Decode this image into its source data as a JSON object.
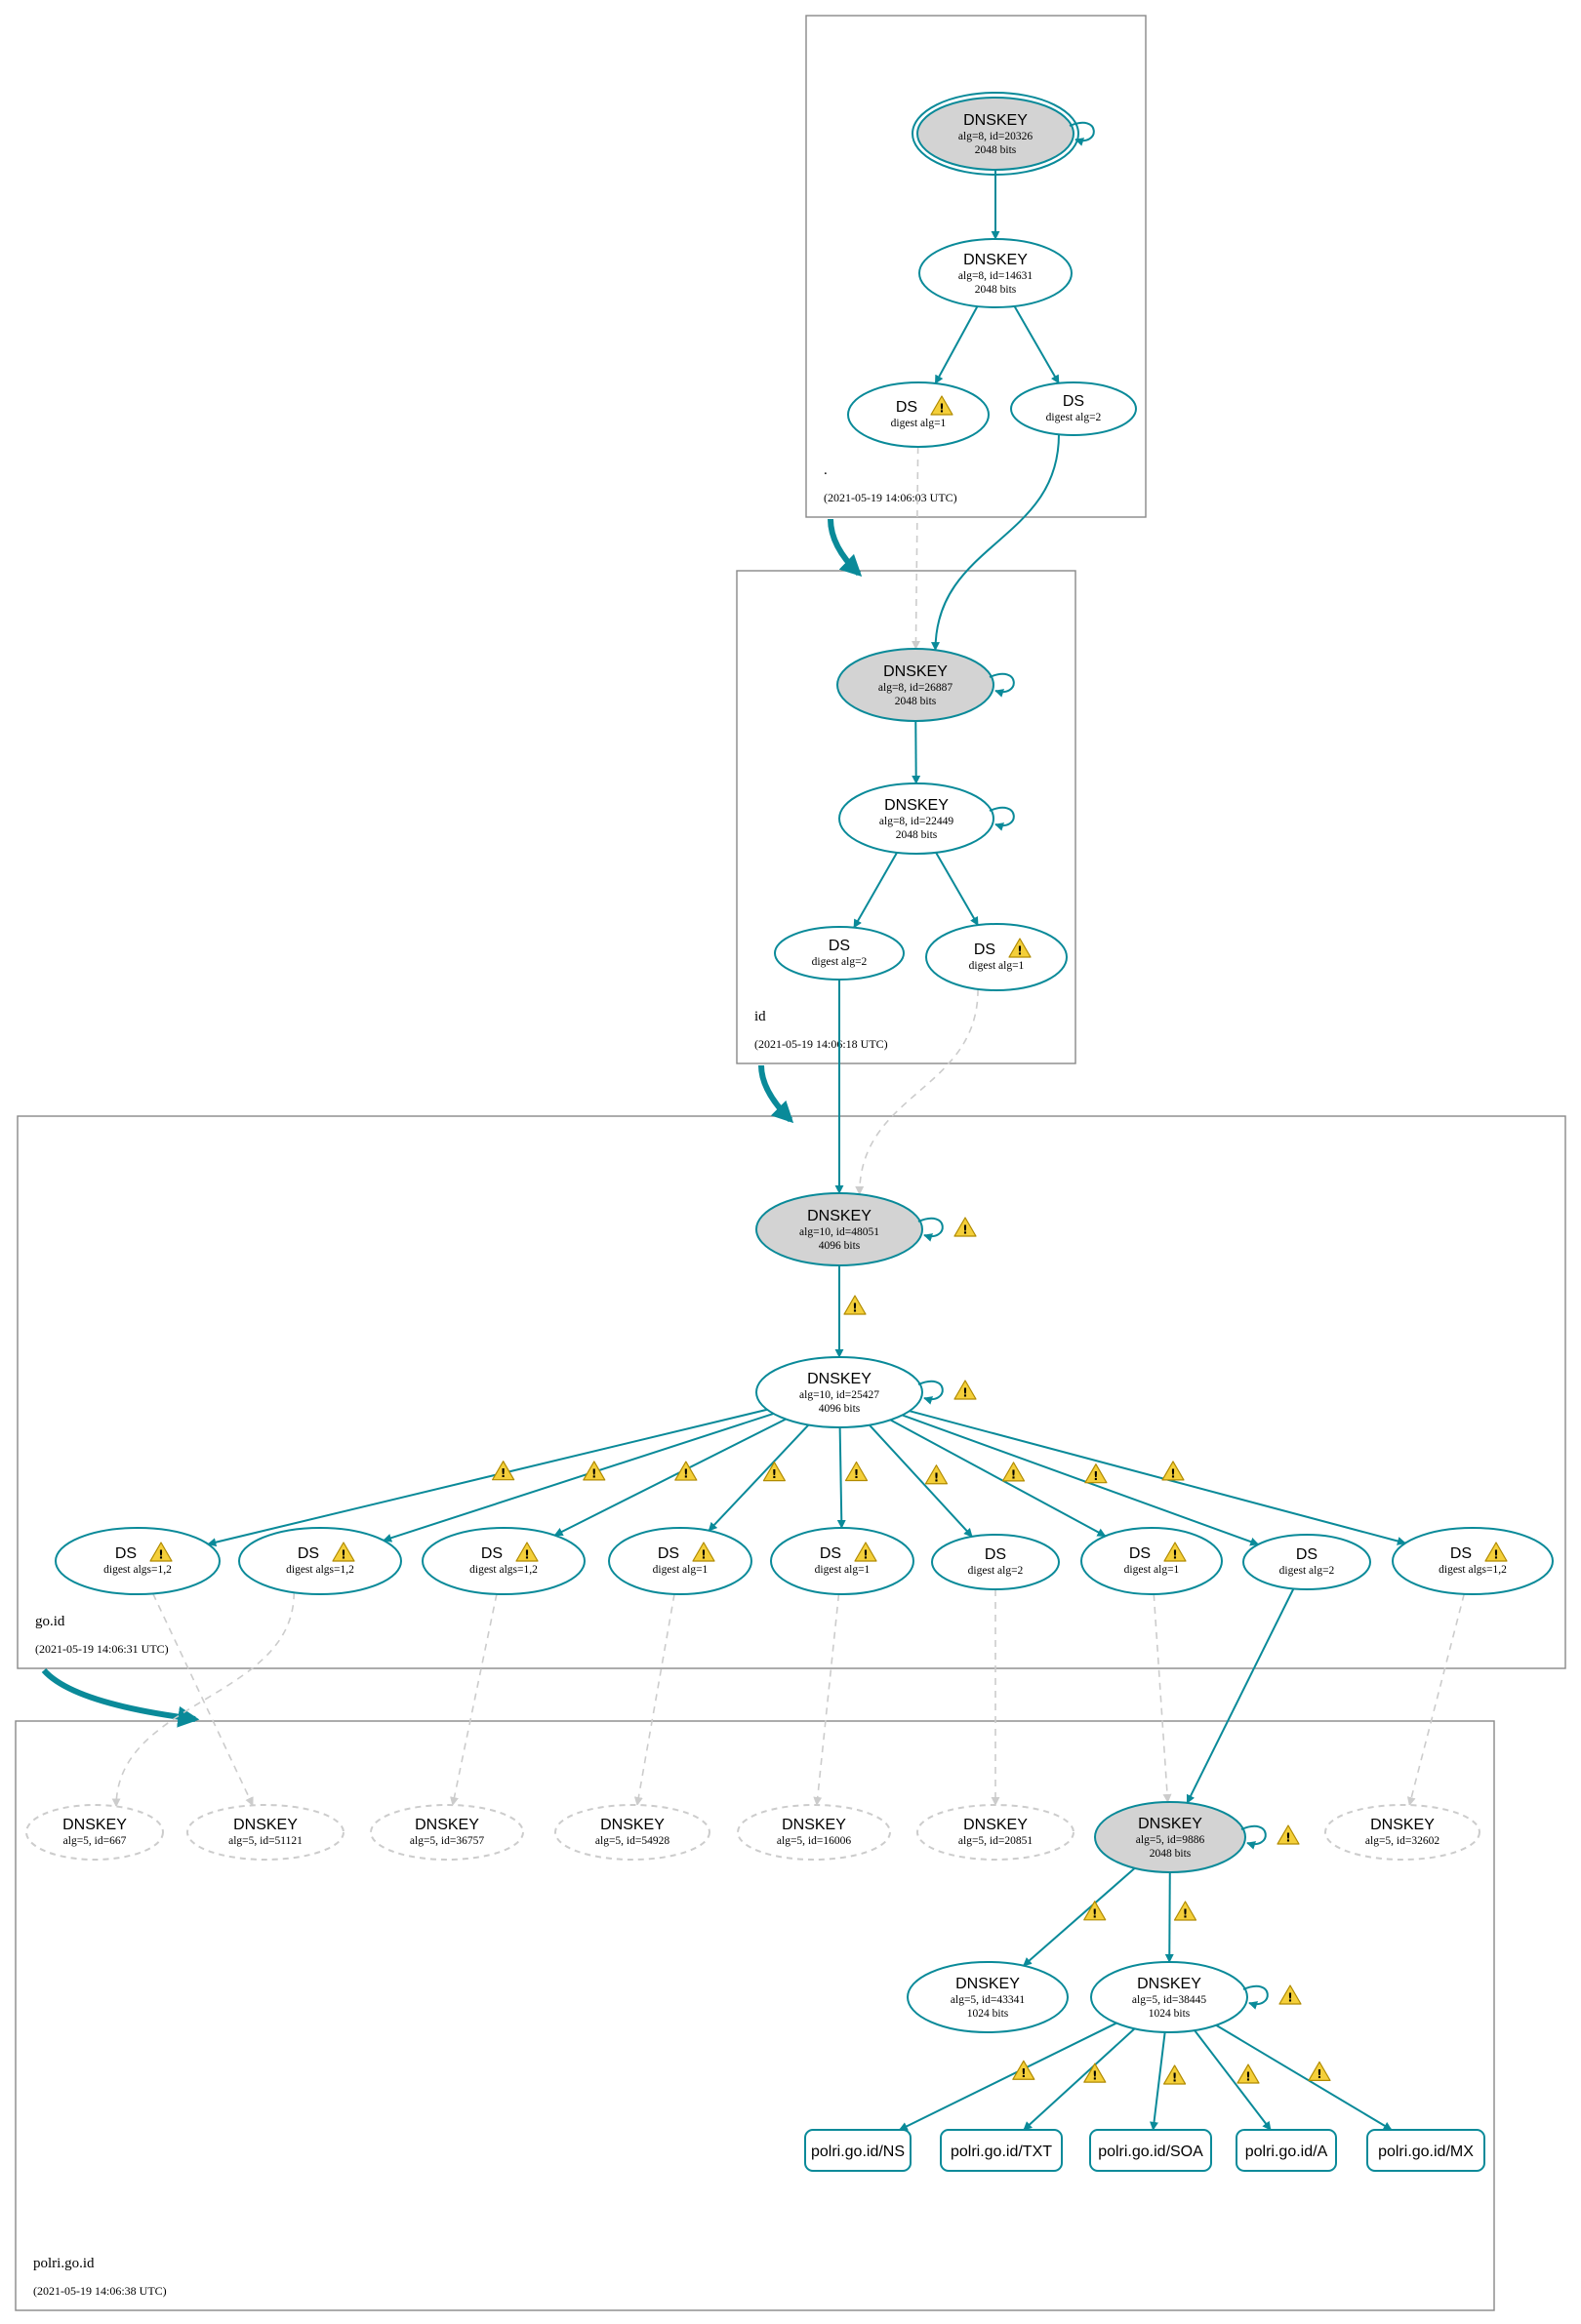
{
  "zones": [
    {
      "id": "root",
      "name": ".",
      "timestamp": "(2021-05-19 14:06:03 UTC)"
    },
    {
      "id": "id",
      "name": "id",
      "timestamp": "(2021-05-19 14:06:18 UTC)"
    },
    {
      "id": "goid",
      "name": "go.id",
      "timestamp": "(2021-05-19 14:06:31 UTC)"
    },
    {
      "id": "polri",
      "name": "polri.go.id",
      "timestamp": "(2021-05-19 14:06:38 UTC)"
    }
  ],
  "nodes": [
    {
      "id": "r_ksk",
      "kind": "DNSKEY",
      "title": "DNSKEY",
      "lines": [
        "alg=8, id=20326",
        "2048 bits"
      ],
      "fill": "gray",
      "style": "double",
      "selfloop": true
    },
    {
      "id": "r_zsk",
      "kind": "DNSKEY",
      "title": "DNSKEY",
      "lines": [
        "alg=8, id=14631",
        "2048 bits"
      ],
      "fill": "white",
      "style": "solid"
    },
    {
      "id": "r_ds1",
      "kind": "DS",
      "title": "DS",
      "lines": [
        "digest alg=1"
      ],
      "warn": true,
      "style": "solid"
    },
    {
      "id": "r_ds2",
      "kind": "DS",
      "title": "DS",
      "lines": [
        "digest alg=2"
      ],
      "style": "solid"
    },
    {
      "id": "i_ksk",
      "kind": "DNSKEY",
      "title": "DNSKEY",
      "lines": [
        "alg=8, id=26887",
        "2048 bits"
      ],
      "fill": "gray",
      "style": "solid",
      "selfloop": true
    },
    {
      "id": "i_zsk",
      "kind": "DNSKEY",
      "title": "DNSKEY",
      "lines": [
        "alg=8, id=22449",
        "2048 bits"
      ],
      "fill": "white",
      "style": "solid",
      "selfloop": true
    },
    {
      "id": "i_ds2",
      "kind": "DS",
      "title": "DS",
      "lines": [
        "digest alg=2"
      ],
      "style": "solid"
    },
    {
      "id": "i_ds1",
      "kind": "DS",
      "title": "DS",
      "lines": [
        "digest alg=1"
      ],
      "warn": true,
      "style": "solid"
    },
    {
      "id": "g_ksk",
      "kind": "DNSKEY",
      "title": "DNSKEY",
      "lines": [
        "alg=10, id=48051",
        "4096 bits"
      ],
      "fill": "gray",
      "style": "solid",
      "selfloop": true,
      "loopwarn": true
    },
    {
      "id": "g_zsk",
      "kind": "DNSKEY",
      "title": "DNSKEY",
      "lines": [
        "alg=10, id=25427",
        "4096 bits"
      ],
      "fill": "white",
      "style": "solid",
      "selfloop": true,
      "loopwarn": true
    },
    {
      "id": "g_ds_a",
      "kind": "DS",
      "title": "DS",
      "lines": [
        "digest algs=1,2"
      ],
      "warn": true,
      "style": "solid"
    },
    {
      "id": "g_ds_b",
      "kind": "DS",
      "title": "DS",
      "lines": [
        "digest algs=1,2"
      ],
      "warn": true,
      "style": "solid"
    },
    {
      "id": "g_ds_c",
      "kind": "DS",
      "title": "DS",
      "lines": [
        "digest algs=1,2"
      ],
      "warn": true,
      "style": "solid"
    },
    {
      "id": "g_ds_d",
      "kind": "DS",
      "title": "DS",
      "lines": [
        "digest alg=1"
      ],
      "warn": true,
      "style": "solid"
    },
    {
      "id": "g_ds_e",
      "kind": "DS",
      "title": "DS",
      "lines": [
        "digest alg=1"
      ],
      "warn": true,
      "style": "solid"
    },
    {
      "id": "g_ds_f",
      "kind": "DS",
      "title": "DS",
      "lines": [
        "digest alg=2"
      ],
      "style": "solid"
    },
    {
      "id": "g_ds_g",
      "kind": "DS",
      "title": "DS",
      "lines": [
        "digest alg=1"
      ],
      "warn": true,
      "style": "solid"
    },
    {
      "id": "g_ds_h",
      "kind": "DS",
      "title": "DS",
      "lines": [
        "digest alg=2"
      ],
      "style": "solid"
    },
    {
      "id": "g_ds_i",
      "kind": "DS",
      "title": "DS",
      "lines": [
        "digest algs=1,2"
      ],
      "warn": true,
      "style": "solid"
    },
    {
      "id": "p_k667",
      "kind": "DNSKEY",
      "title": "DNSKEY",
      "lines": [
        "alg=5, id=667"
      ],
      "style": "dashed"
    },
    {
      "id": "p_k51121",
      "kind": "DNSKEY",
      "title": "DNSKEY",
      "lines": [
        "alg=5, id=51121"
      ],
      "style": "dashed"
    },
    {
      "id": "p_k36757",
      "kind": "DNSKEY",
      "title": "DNSKEY",
      "lines": [
        "alg=5, id=36757"
      ],
      "style": "dashed"
    },
    {
      "id": "p_k54928",
      "kind": "DNSKEY",
      "title": "DNSKEY",
      "lines": [
        "alg=5, id=54928"
      ],
      "style": "dashed"
    },
    {
      "id": "p_k16006",
      "kind": "DNSKEY",
      "title": "DNSKEY",
      "lines": [
        "alg=5, id=16006"
      ],
      "style": "dashed"
    },
    {
      "id": "p_k20851",
      "kind": "DNSKEY",
      "title": "DNSKEY",
      "lines": [
        "alg=5, id=20851"
      ],
      "style": "dashed"
    },
    {
      "id": "p_ksk",
      "kind": "DNSKEY",
      "title": "DNSKEY",
      "lines": [
        "alg=5, id=9886",
        "2048 bits"
      ],
      "fill": "gray",
      "style": "solid",
      "selfloop": true,
      "loopwarn": true
    },
    {
      "id": "p_k32602",
      "kind": "DNSKEY",
      "title": "DNSKEY",
      "lines": [
        "alg=5, id=32602"
      ],
      "style": "dashed"
    },
    {
      "id": "p_k43341",
      "kind": "DNSKEY",
      "title": "DNSKEY",
      "lines": [
        "alg=5, id=43341",
        "1024 bits"
      ],
      "fill": "white",
      "style": "solid"
    },
    {
      "id": "p_zsk",
      "kind": "DNSKEY",
      "title": "DNSKEY",
      "lines": [
        "alg=5, id=38445",
        "1024 bits"
      ],
      "fill": "white",
      "style": "solid",
      "selfloop": true,
      "loopwarn": true
    },
    {
      "id": "rr_ns",
      "kind": "RR",
      "title": "polri.go.id/NS"
    },
    {
      "id": "rr_txt",
      "kind": "RR",
      "title": "polri.go.id/TXT"
    },
    {
      "id": "rr_soa",
      "kind": "RR",
      "title": "polri.go.id/SOA"
    },
    {
      "id": "rr_a",
      "kind": "RR",
      "title": "polri.go.id/A"
    },
    {
      "id": "rr_mx",
      "kind": "RR",
      "title": "polri.go.id/MX"
    }
  ],
  "edges": [
    {
      "from": "r_ksk",
      "to": "r_zsk",
      "style": "solid"
    },
    {
      "from": "r_zsk",
      "to": "r_ds1",
      "style": "solid"
    },
    {
      "from": "r_zsk",
      "to": "r_ds2",
      "style": "solid"
    },
    {
      "from": "r_ds1",
      "to": "i_ksk",
      "style": "dashed"
    },
    {
      "from": "r_ds2",
      "to": "i_ksk",
      "style": "solid"
    },
    {
      "from": "i_ksk",
      "to": "i_zsk",
      "style": "solid"
    },
    {
      "from": "i_zsk",
      "to": "i_ds2",
      "style": "solid"
    },
    {
      "from": "i_zsk",
      "to": "i_ds1",
      "style": "solid"
    },
    {
      "from": "i_ds2",
      "to": "g_ksk",
      "style": "solid"
    },
    {
      "from": "i_ds1",
      "to": "g_ksk",
      "style": "dashed"
    },
    {
      "from": "g_ksk",
      "to": "g_zsk",
      "style": "solid",
      "warn": true
    },
    {
      "from": "g_zsk",
      "to": "g_ds_a",
      "style": "solid",
      "warn": true
    },
    {
      "from": "g_zsk",
      "to": "g_ds_b",
      "style": "solid",
      "warn": true
    },
    {
      "from": "g_zsk",
      "to": "g_ds_c",
      "style": "solid",
      "warn": true
    },
    {
      "from": "g_zsk",
      "to": "g_ds_d",
      "style": "solid",
      "warn": true
    },
    {
      "from": "g_zsk",
      "to": "g_ds_e",
      "style": "solid",
      "warn": true
    },
    {
      "from": "g_zsk",
      "to": "g_ds_f",
      "style": "solid",
      "warn": true
    },
    {
      "from": "g_zsk",
      "to": "g_ds_g",
      "style": "solid",
      "warn": true
    },
    {
      "from": "g_zsk",
      "to": "g_ds_h",
      "style": "solid",
      "warn": true
    },
    {
      "from": "g_zsk",
      "to": "g_ds_i",
      "style": "solid",
      "warn": true
    },
    {
      "from": "g_ds_a",
      "to": "p_k51121",
      "style": "dashed"
    },
    {
      "from": "g_ds_b",
      "to": "p_k667",
      "style": "dashed"
    },
    {
      "from": "g_ds_c",
      "to": "p_k36757",
      "style": "dashed"
    },
    {
      "from": "g_ds_d",
      "to": "p_k54928",
      "style": "dashed"
    },
    {
      "from": "g_ds_e",
      "to": "p_k16006",
      "style": "dashed"
    },
    {
      "from": "g_ds_f",
      "to": "p_k20851",
      "style": "dashed"
    },
    {
      "from": "g_ds_g",
      "to": "p_ksk",
      "style": "dashed"
    },
    {
      "from": "g_ds_h",
      "to": "p_ksk",
      "style": "solid"
    },
    {
      "from": "g_ds_i",
      "to": "p_k32602",
      "style": "dashed"
    },
    {
      "from": "p_ksk",
      "to": "p_k43341",
      "style": "solid",
      "warn": true
    },
    {
      "from": "p_ksk",
      "to": "p_zsk",
      "style": "solid",
      "warn": true
    },
    {
      "from": "p_zsk",
      "to": "rr_ns",
      "style": "solid",
      "warn": true
    },
    {
      "from": "p_zsk",
      "to": "rr_txt",
      "style": "solid",
      "warn": true
    },
    {
      "from": "p_zsk",
      "to": "rr_soa",
      "style": "solid",
      "warn": true
    },
    {
      "from": "p_zsk",
      "to": "rr_a",
      "style": "solid",
      "warn": true
    },
    {
      "from": "p_zsk",
      "to": "rr_mx",
      "style": "solid",
      "warn": true
    }
  ],
  "delegations": [
    {
      "from": "root",
      "to": "id"
    },
    {
      "from": "id",
      "to": "goid"
    },
    {
      "from": "goid",
      "to": "polri"
    }
  ],
  "colors": {
    "edge": "#0a8a99",
    "insecure": "#cccccc",
    "box": "#888888",
    "key_fill": "#d3d3d3",
    "warn_fill": "#f4cf3a",
    "warn_stroke": "#b08a00"
  }
}
